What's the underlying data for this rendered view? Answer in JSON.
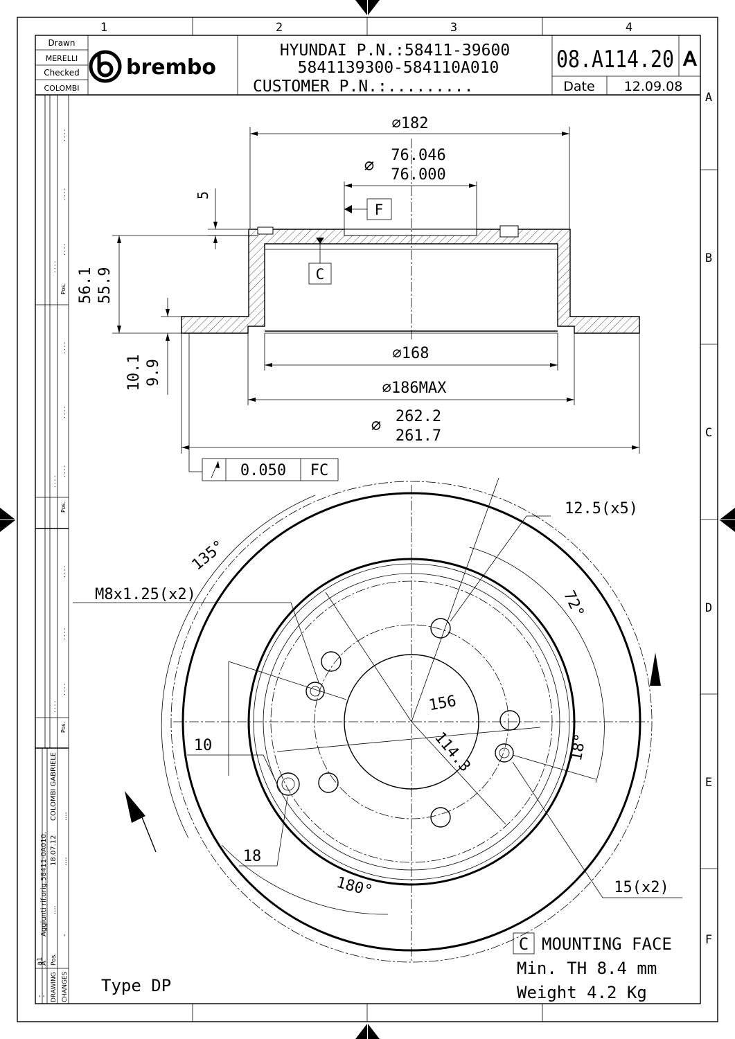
{
  "border": {
    "columns": [
      "1",
      "2",
      "3",
      "4"
    ],
    "rows": [
      "A",
      "B",
      "C",
      "D",
      "E",
      "F"
    ]
  },
  "title_block": {
    "drawn_label": "Drawn",
    "drawn_by": "MERELLI",
    "checked_label": "Checked",
    "checked_by": "COLOMBI",
    "logo_text": "brembo",
    "oem_line1": "HYUNDAI P.N.:58411-39600",
    "oem_line2": "5841139300-584110A010",
    "customer_line": "CUSTOMER P.N.:.........",
    "drawing_number": "08.A114.20",
    "revision": "A",
    "date_label": "Date",
    "date_value": "12.09.08"
  },
  "side_strip": {
    "pos_label": "Pos.",
    "dots": "....",
    "changes_label": "CHANGES",
    "drawing_label": "DRAWING",
    "rev_col": "A",
    "rev_pos": "Pos.",
    "rev_a1": "a1",
    "change_text": "Aggiunti rif.orig.58411-0A010.",
    "change_date": "18.07.12",
    "change_by": "COLOMBI GABRIELE",
    "dash": "-",
    "dot": "."
  },
  "section_view": {
    "dia_182": "∅182",
    "dia_pilot_max": "76.046",
    "dia_pilot_min": "76.000",
    "dia_sym": "∅",
    "dim_5": "5",
    "datum_f": "F",
    "datum_c": "C",
    "height_max": "56.1",
    "height_min": "55.9",
    "thick_max": "10.1",
    "thick_min": "9.9",
    "dia_168": "∅168",
    "dia_186": "∅186MAX",
    "dia_outer_max": "262.2",
    "dia_outer_min": "261.7",
    "runout_value": "0.050",
    "runout_datum": "FC"
  },
  "plan_view": {
    "bolt_holes": "12.5(x5)",
    "angle_135": "135°",
    "angle_72": "72°",
    "thread": "M8x1.25(x2)",
    "pcd_156": "156",
    "pcd_114": "114.3",
    "dim_10": "10",
    "dim_18_right": "18°",
    "dim_18_left": "18",
    "angle_180": "180°",
    "holes_15": "15(x2)"
  },
  "notes": {
    "datum_letter": "C",
    "mounting_face": "MOUNTING FACE",
    "min_thickness": "Min. TH 8.4 mm",
    "weight": "Weight 4.2 Kg",
    "type": "Type DP"
  }
}
